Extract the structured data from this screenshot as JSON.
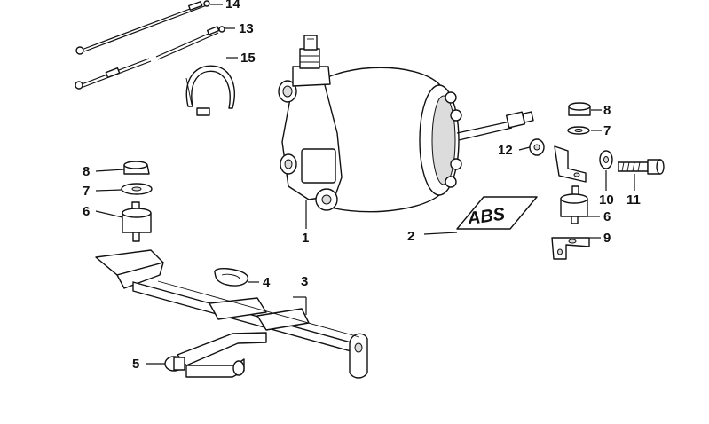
{
  "diagram": {
    "callouts": [
      {
        "id": "c1",
        "label": "1"
      },
      {
        "id": "c2",
        "label": "2"
      },
      {
        "id": "c3",
        "label": "3"
      },
      {
        "id": "c4",
        "label": "4"
      },
      {
        "id": "c5",
        "label": "5"
      },
      {
        "id": "c6a",
        "label": "6"
      },
      {
        "id": "c6b",
        "label": "6"
      },
      {
        "id": "c7a",
        "label": "7"
      },
      {
        "id": "c7b",
        "label": "7"
      },
      {
        "id": "c8a",
        "label": "8"
      },
      {
        "id": "c8b",
        "label": "8"
      },
      {
        "id": "c9",
        "label": "9"
      },
      {
        "id": "c10",
        "label": "10"
      },
      {
        "id": "c11",
        "label": "11"
      },
      {
        "id": "c12",
        "label": "12"
      },
      {
        "id": "c13",
        "label": "13"
      },
      {
        "id": "c14",
        "label": "14"
      },
      {
        "id": "c15",
        "label": "15"
      }
    ],
    "logo_text": "ABS",
    "line_color": "#111111",
    "background": "#ffffff"
  }
}
